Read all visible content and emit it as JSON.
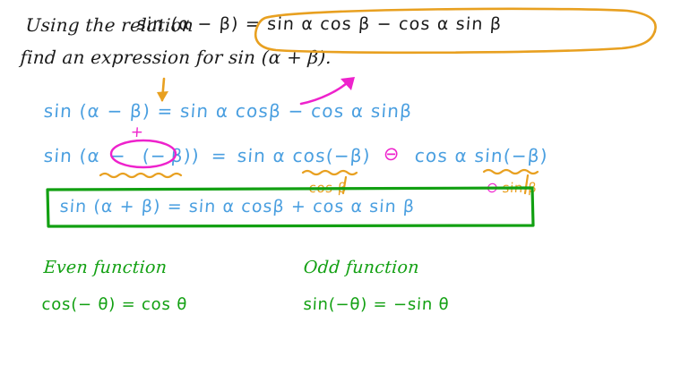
{
  "board": {
    "background_color": "#ffffff",
    "ink_colors": {
      "black": "#1a1a1a",
      "blue": "#4a9fe0",
      "green": "#12a012",
      "orange": "#e8a020",
      "magenta": "#ee22cc"
    }
  },
  "prompt": {
    "line1_prefix": "Using the relation",
    "line1_relation": "sin (α − β) = sin α cos β − cos α sin β",
    "line1_suffix": ",",
    "line2": "find an expression for  sin (α + β)."
  },
  "work": {
    "step1": "sin (α − β)  =  sin α cosβ  −  cos α sinβ",
    "step2_left_a": "sin (α",
    "step2_minus": "−",
    "step2_left_b": "(−",
    "step2_left_c": "β))",
    "step2_plus_above": "+",
    "step2_eq": "=",
    "step2_right_a": "sin α cos(−β)",
    "step2_circled_minus": "⊖",
    "step2_right_b": "cos α  sin(−β)",
    "annotation_cos": "cos β",
    "annotation_sin_sign": "⊖",
    "annotation_sin": "sin β",
    "result": "sin (α + β)  =   sin α cosβ  +  cos α sin β"
  },
  "identities": {
    "even": {
      "title": "Even function",
      "equation": "cos(− θ) = cos θ"
    },
    "odd": {
      "title": "Odd function",
      "equation": "sin(−θ) = −sin θ"
    }
  },
  "annotations": {
    "oval_highlight": "orange-oval-around-relation",
    "arrow_orange": "orange-down-arrow",
    "arrow_magenta": "magenta-curved-arrow",
    "ellipse_magenta": "magenta-ellipse-around-double-negative",
    "squiggle_under_double_negative": "orange-squiggly-underline",
    "squiggle_under_cos": "orange-squiggly-underline",
    "squiggle_under_sin": "orange-squiggly-underline",
    "result_box": "green-rectangle"
  }
}
